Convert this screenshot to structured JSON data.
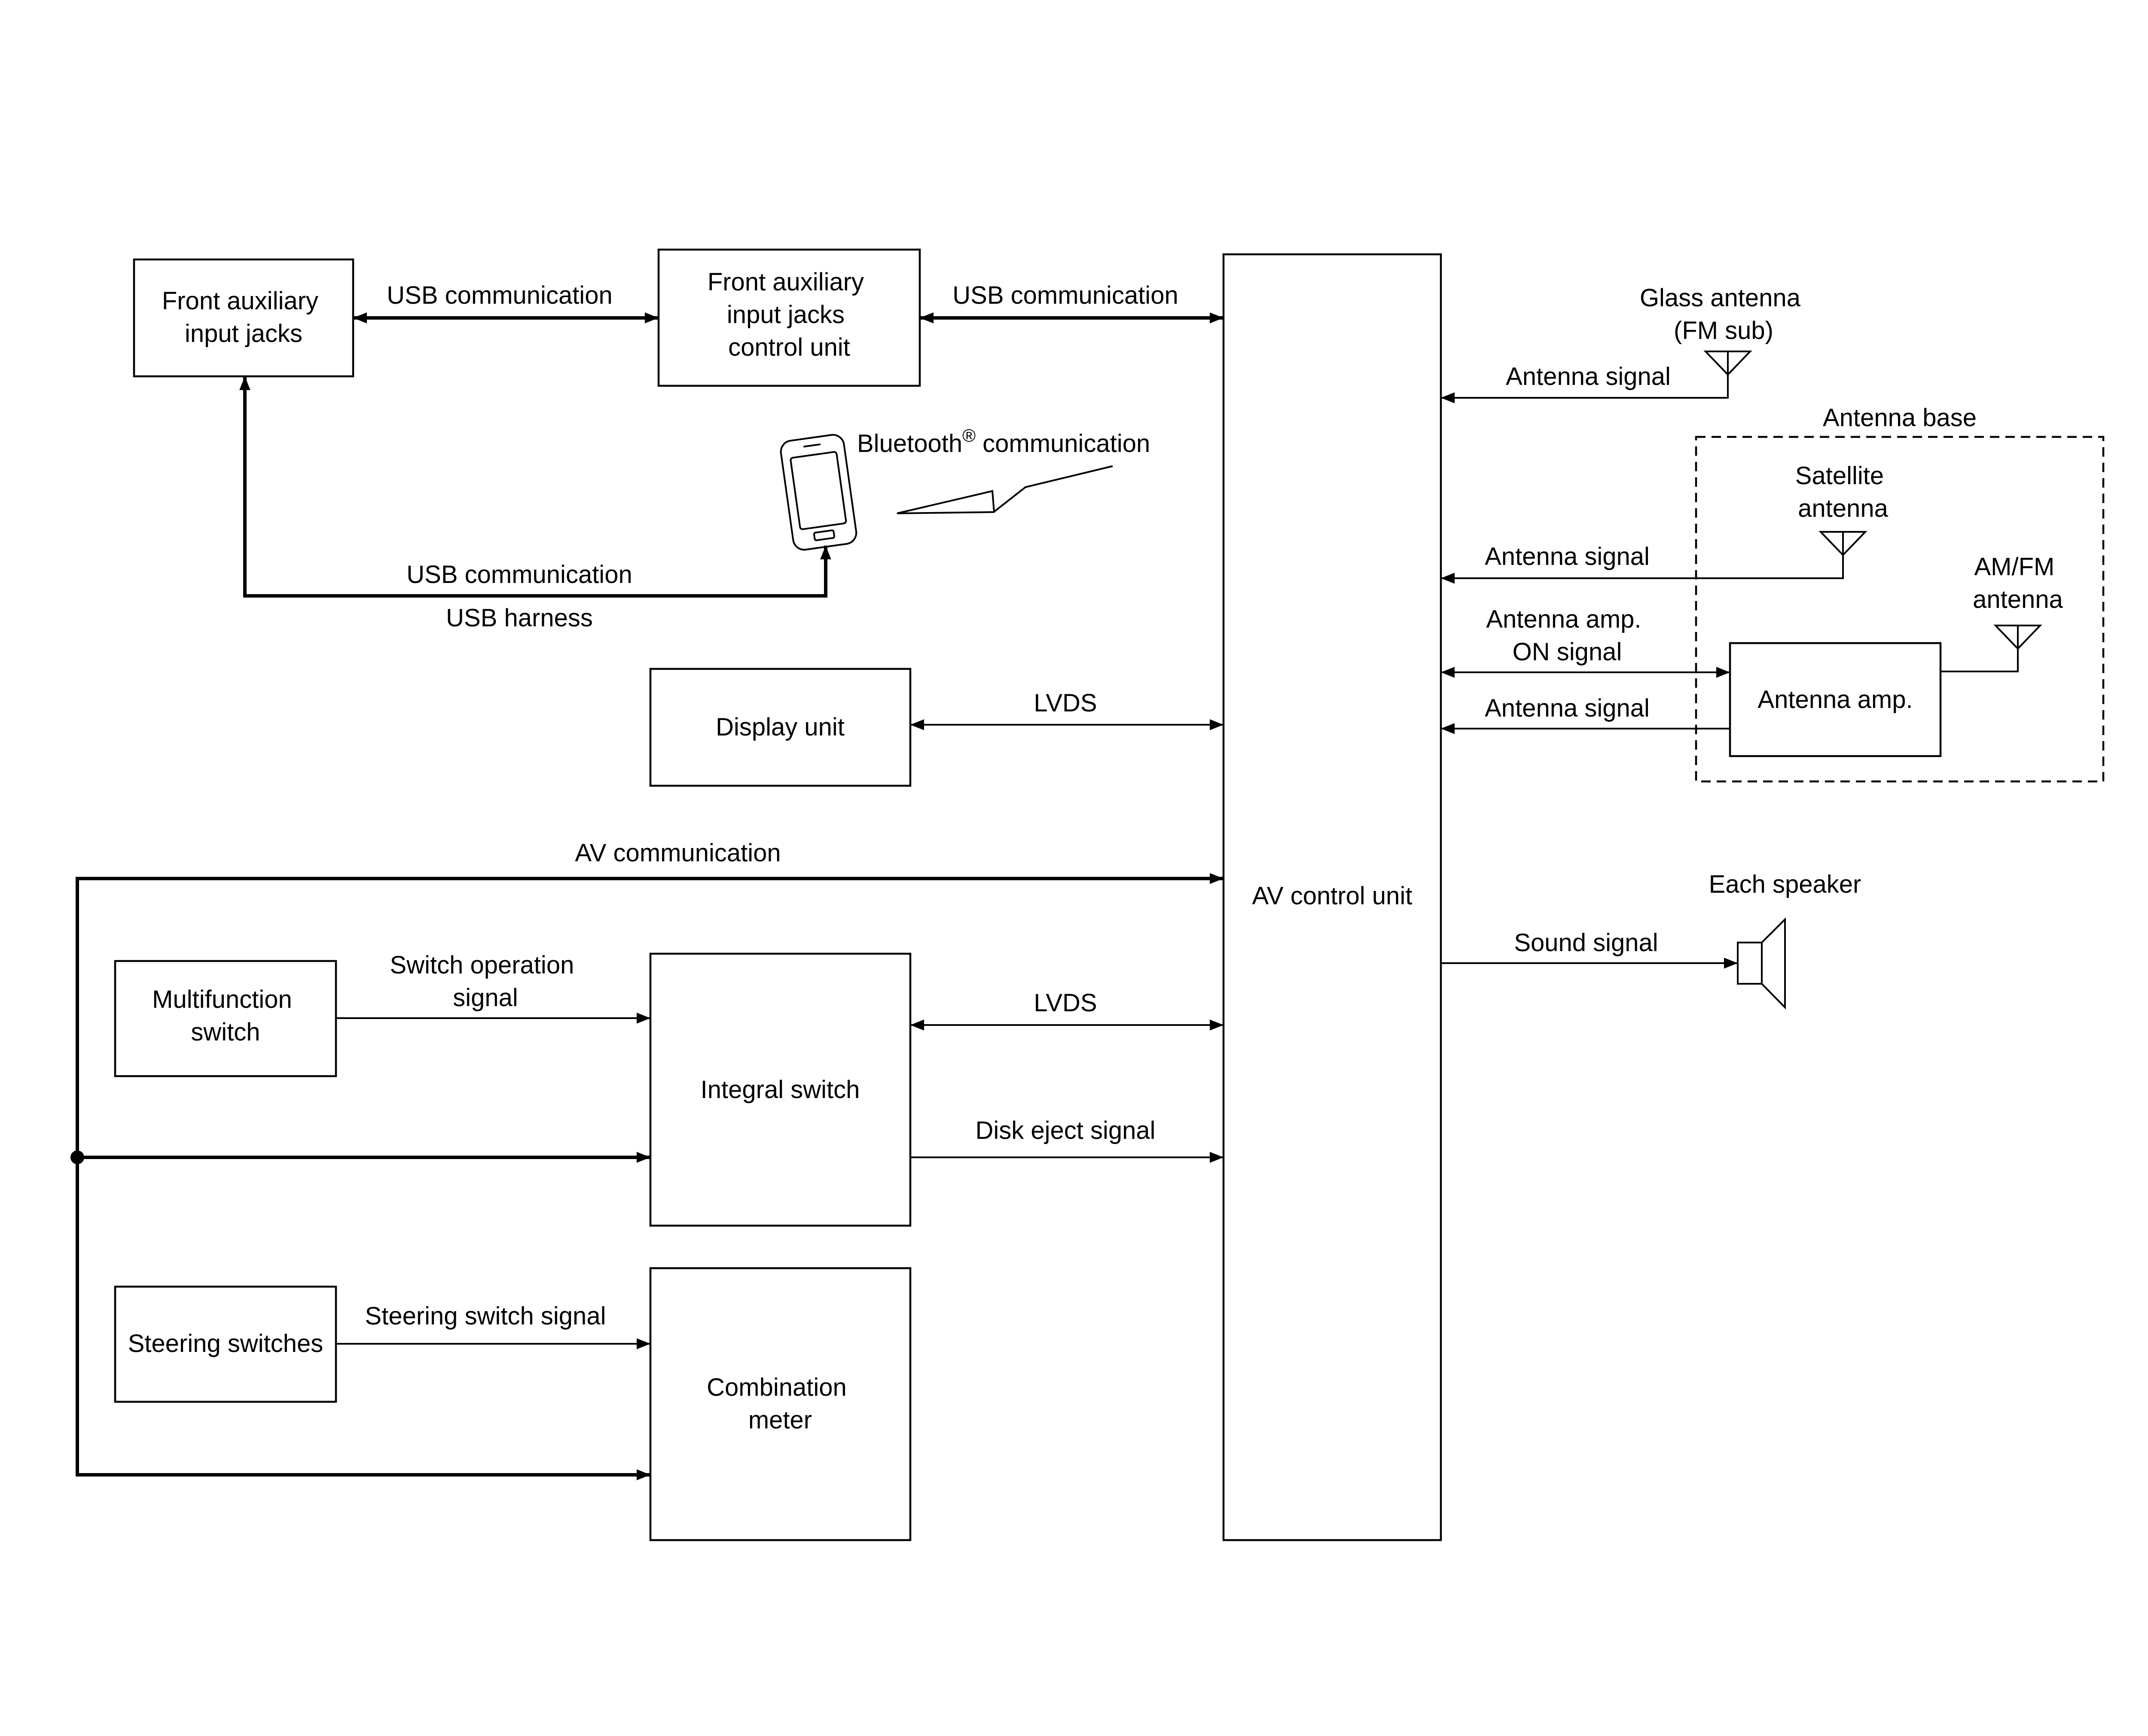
{
  "blocks": {
    "front_aux_jacks": [
      "Front auxiliary",
      "input jacks"
    ],
    "front_aux_control": [
      "Front auxiliary",
      "input jacks",
      "control unit"
    ],
    "av_control_unit": [
      "AV control unit"
    ],
    "display_unit": [
      "Display unit"
    ],
    "multifunction_switch": [
      "Multifunction",
      "switch"
    ],
    "integral_switch": [
      "Integral switch"
    ],
    "steering_switches": [
      "Steering switches"
    ],
    "combination_meter": [
      "Combination",
      "meter"
    ],
    "antenna_amp": [
      "Antenna amp."
    ]
  },
  "components": {
    "glass_antenna": [
      "Glass antenna",
      "(FM sub)"
    ],
    "antenna_base": [
      "Antenna base"
    ],
    "satellite_antenna": [
      "Satellite",
      "antenna"
    ],
    "amfm_antenna": [
      "AM/FM",
      "antenna"
    ],
    "each_speaker": [
      "Each speaker"
    ],
    "bluetooth_label": "Bluetooth",
    "bluetooth_reg": "®",
    "bluetooth_suffix": " communication"
  },
  "signals": {
    "usb_comm_1": [
      "USB communication"
    ],
    "usb_comm_2": [
      "USB communication"
    ],
    "usb_comm_3": [
      "USB communication"
    ],
    "usb_harness": [
      "USB harness"
    ],
    "lvds_display": [
      "LVDS"
    ],
    "av_communication": [
      "AV communication"
    ],
    "switch_operation": [
      "Switch operation",
      "signal"
    ],
    "lvds_integral": [
      "LVDS"
    ],
    "disk_eject": [
      "Disk eject signal"
    ],
    "steering_switch_signal": [
      "Steering switch signal"
    ],
    "antenna_signal_glass": [
      "Antenna signal"
    ],
    "antenna_signal_satellite": [
      "Antenna signal"
    ],
    "antenna_amp_on": [
      "Antenna amp.",
      "ON signal"
    ],
    "antenna_signal_amp": [
      "Antenna signal"
    ],
    "sound_signal": [
      "Sound signal"
    ]
  }
}
